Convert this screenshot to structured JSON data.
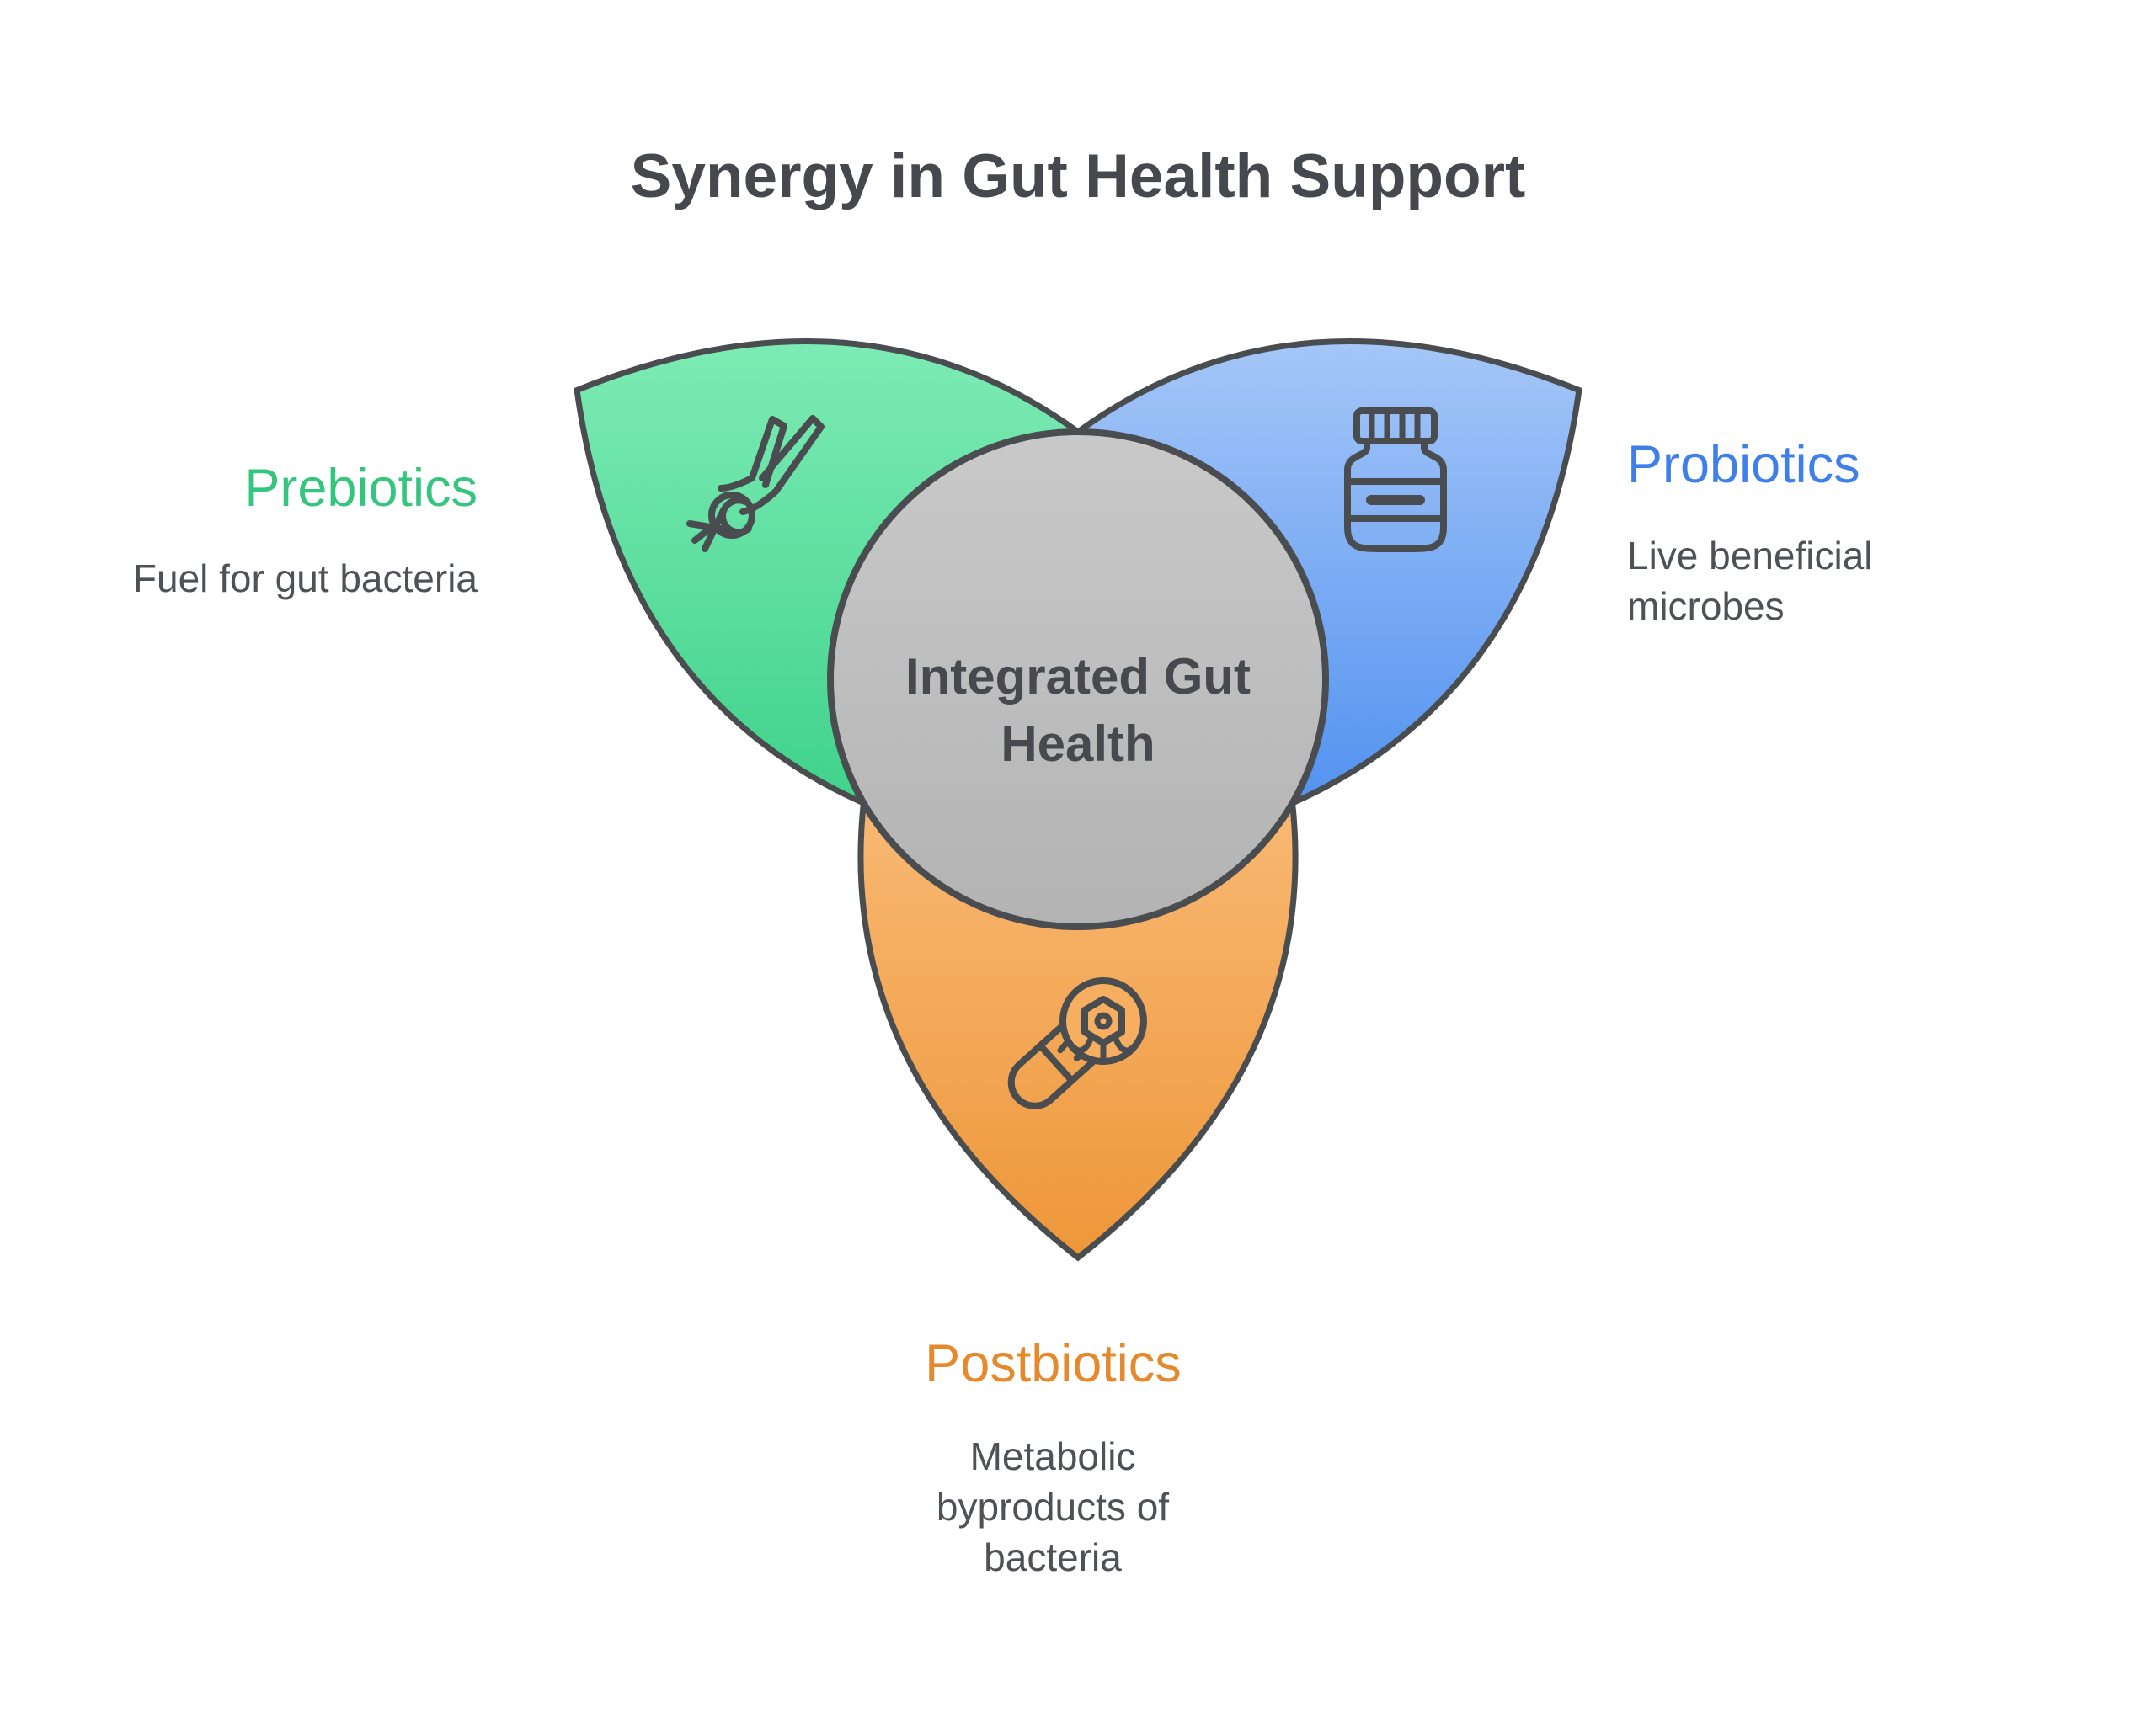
{
  "title": "Synergy in Gut Health Support",
  "center": {
    "label": "Integrated Gut Health"
  },
  "nodes": [
    {
      "id": "prebiotics",
      "label": "Prebiotics",
      "description": "Fuel for gut bacteria",
      "accent_color": "#35C57E",
      "petal_top_color": "#80ECB7",
      "petal_bottom_color": "#3ED28A",
      "icon": "root-vegetable-icon",
      "position": "top-left"
    },
    {
      "id": "probiotics",
      "label": "Probiotics",
      "description": "Live beneficial microbes",
      "accent_color": "#3F7FE9",
      "petal_top_color": "#A9C9F8",
      "petal_bottom_color": "#5191F0",
      "icon": "supplement-jar-icon",
      "position": "top-right"
    },
    {
      "id": "postbiotics",
      "label": "Postbiotics",
      "description": "Metabolic byproducts of bacteria",
      "accent_color": "#E5892D",
      "petal_top_color": "#F9BB78",
      "petal_bottom_color": "#EE9638",
      "icon": "capsule-microbe-icon",
      "position": "bottom"
    }
  ],
  "style_colors": {
    "outline": "#4A4D50",
    "center_fill_top": "#C9C9C9",
    "center_fill_bottom": "#B3B3B3",
    "title_color": "#45484D",
    "description_color": "#4E5257",
    "background": "#FFFFFF"
  }
}
